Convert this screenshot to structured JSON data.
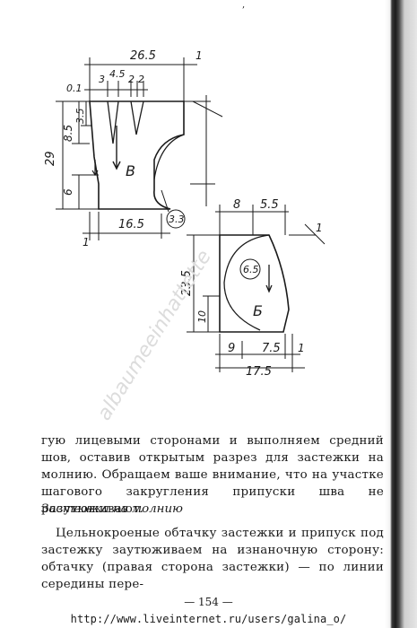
{
  "header": {
    "top_mark": ","
  },
  "drawing": {
    "front": {
      "label": "В",
      "dims": {
        "width_top": "26.5",
        "one_top": "1",
        "dart_a": "3",
        "dart_b": "4.5",
        "dart_c": "2",
        "dart_d": "2",
        "ease": "0.1",
        "depth_85": "8.5",
        "depth_35": "3.5",
        "height_29": "29",
        "height_6": "6",
        "width_bottom": "16.5",
        "one_bottom": "1",
        "radius": "3.3"
      }
    },
    "facing": {
      "label": "Б",
      "dims": {
        "top_8": "8",
        "top_55": "5.5",
        "one_top": "1",
        "height_235": "23.5",
        "height_10": "10",
        "radius": "6.5",
        "bottom_9": "9",
        "bottom_75": "7.5",
        "bottom_one": "1",
        "bottom_175": "17.5"
      }
    },
    "watermark": "albaumeeinhattette"
  },
  "text": {
    "paragraph1": "гую лицевыми сторонами и выполняем средний шов, оставив открытым разрез для застежки на молнию. Обращаем ваше внимание, что на участке шагового закругления припуски шва не разутюживают.",
    "heading": "Застежка на молнию",
    "paragraph2": "Цельнокроеные обтачку застежки и припуск под застежку заутюживаем на изнаночную сторону: обтачку (правая сторона застежки) — по линии середины пере-"
  },
  "footer": {
    "page_number": "— 154 —",
    "url": "http://www.liveinternet.ru/users/galina_o/"
  }
}
